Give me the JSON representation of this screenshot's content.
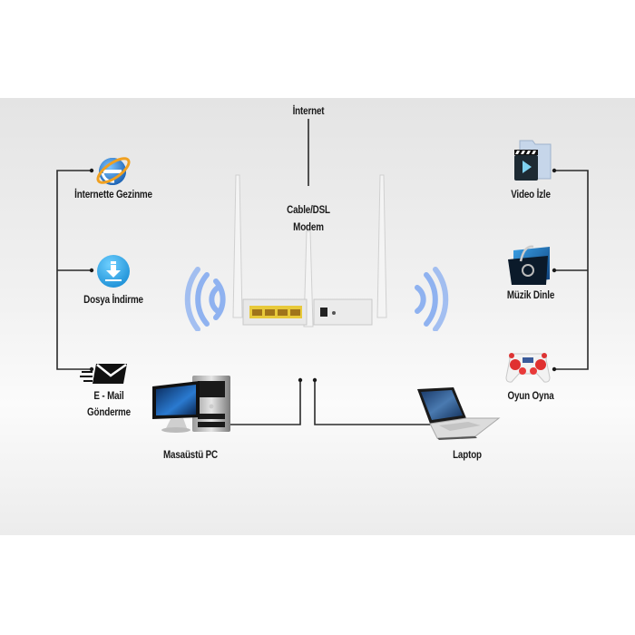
{
  "diagram": {
    "center": {
      "internet_label": "İnternet",
      "modem_label_line1": "Cable/DSL",
      "modem_label_line2": "Modem"
    },
    "left_items": [
      {
        "label": "İnternette Gezinme",
        "icon": "internet-explorer-icon"
      },
      {
        "label": "Dosya İndirme",
        "icon": "download-icon"
      },
      {
        "label_line1": "E - Mail",
        "label_line2": "Gönderme",
        "icon": "envelope-icon"
      }
    ],
    "right_items": [
      {
        "label": "Video İzle",
        "icon": "video-folder-icon"
      },
      {
        "label": "Müzik Dinle",
        "icon": "music-folder-icon"
      },
      {
        "label": "Oyun Oyna",
        "icon": "gamepad-icon"
      }
    ],
    "devices": [
      {
        "label": "Masaüstü PC",
        "icon": "desktop-pc-icon"
      },
      {
        "label": "Laptop",
        "icon": "laptop-icon"
      }
    ],
    "colors": {
      "line": "#2a2a2a",
      "wifi": "#8fb2f0",
      "ports": "#e8c93a"
    }
  }
}
